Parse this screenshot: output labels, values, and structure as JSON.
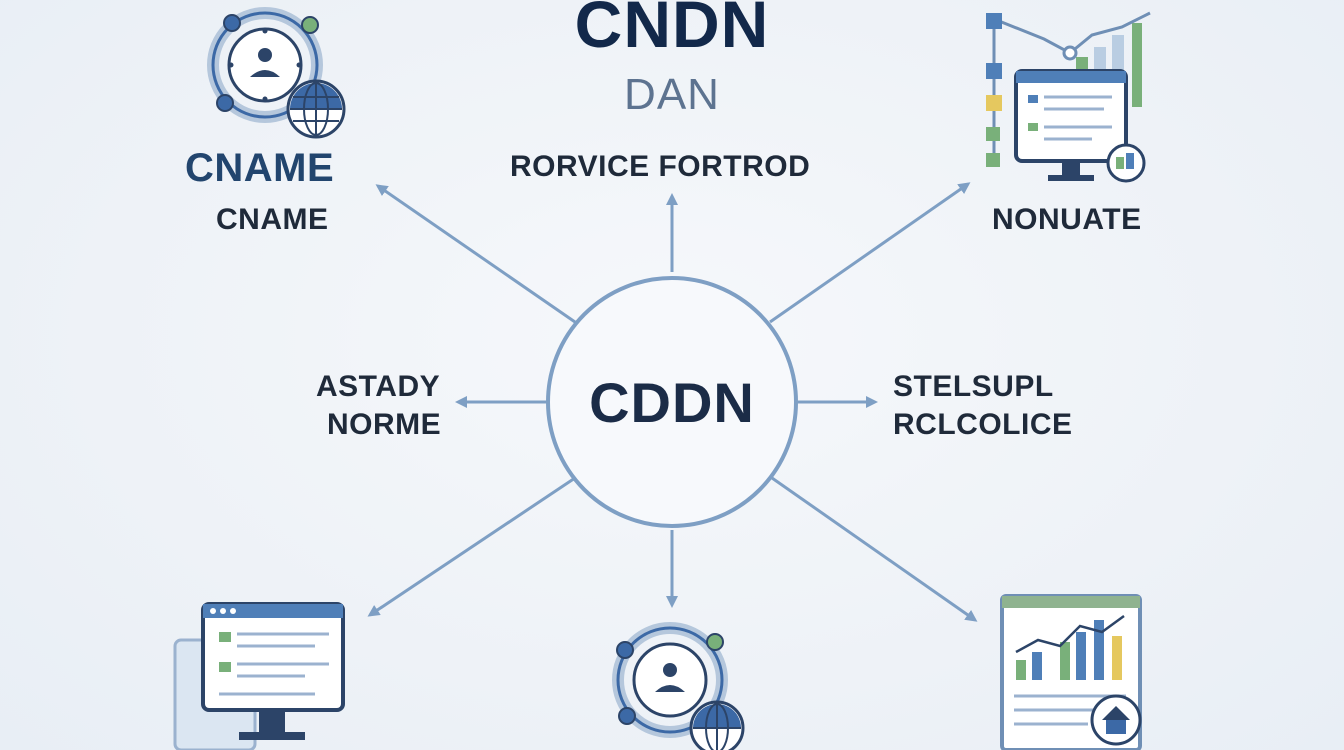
{
  "title": "CNDN",
  "subtitle": "DAN",
  "center": "CDDN",
  "nodes": {
    "top_left_heading": "CNAME",
    "top_left_label": "CNAME",
    "top": "RORVICE FORTROD",
    "top_right": "NONUATE",
    "left_line1": "ASTADY",
    "left_line2": "NORME",
    "right_line1": "STELSUPL",
    "right_line2": "RCLCOLICE"
  },
  "colors": {
    "accent": "#7e9fc4",
    "dark": "#12284a",
    "icon_blue": "#3c69a6",
    "icon_green": "#79b07a",
    "icon_yellow": "#e5c85f"
  },
  "icons": [
    "user-globe-icon",
    "network-monitor-icon",
    "monitor-docs-icon",
    "user-globe-icon",
    "analytics-report-icon"
  ]
}
